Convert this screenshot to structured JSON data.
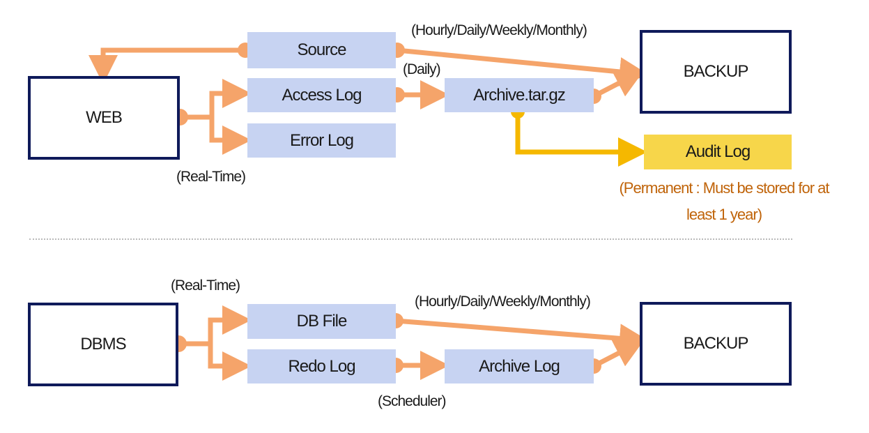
{
  "colors": {
    "outline": "#0f1a5a",
    "store_fill": "#c7d3f2",
    "audit_fill": "#f7d64a",
    "flow": "#f5a46a",
    "audit_flow": "#f5b800",
    "note_text": "#c0640a"
  },
  "web_section": {
    "web_box": "WEB",
    "source_box": "Source",
    "access_log_box": "Access Log",
    "error_log_box": "Error Log",
    "archive_box": "Archive.tar.gz",
    "backup_box": "BACKUP",
    "audit_log_box": "Audit Log",
    "label_backup_schedule": "(Hourly/Daily/Weekly/Monthly)",
    "label_daily": "(Daily)",
    "label_realtime": "(Real-Time)",
    "note_line1": "(Permanent : Must be stored for at",
    "note_line2": "least 1 year)"
  },
  "dbms_section": {
    "dbms_box": "DBMS",
    "db_file_box": "DB File",
    "redo_log_box": "Redo Log",
    "archive_log_box": "Archive Log",
    "backup_box": "BACKUP",
    "label_realtime": "(Real-Time)",
    "label_backup_schedule": "(Hourly/Daily/Weekly/Monthly)",
    "label_scheduler": "(Scheduler)"
  }
}
